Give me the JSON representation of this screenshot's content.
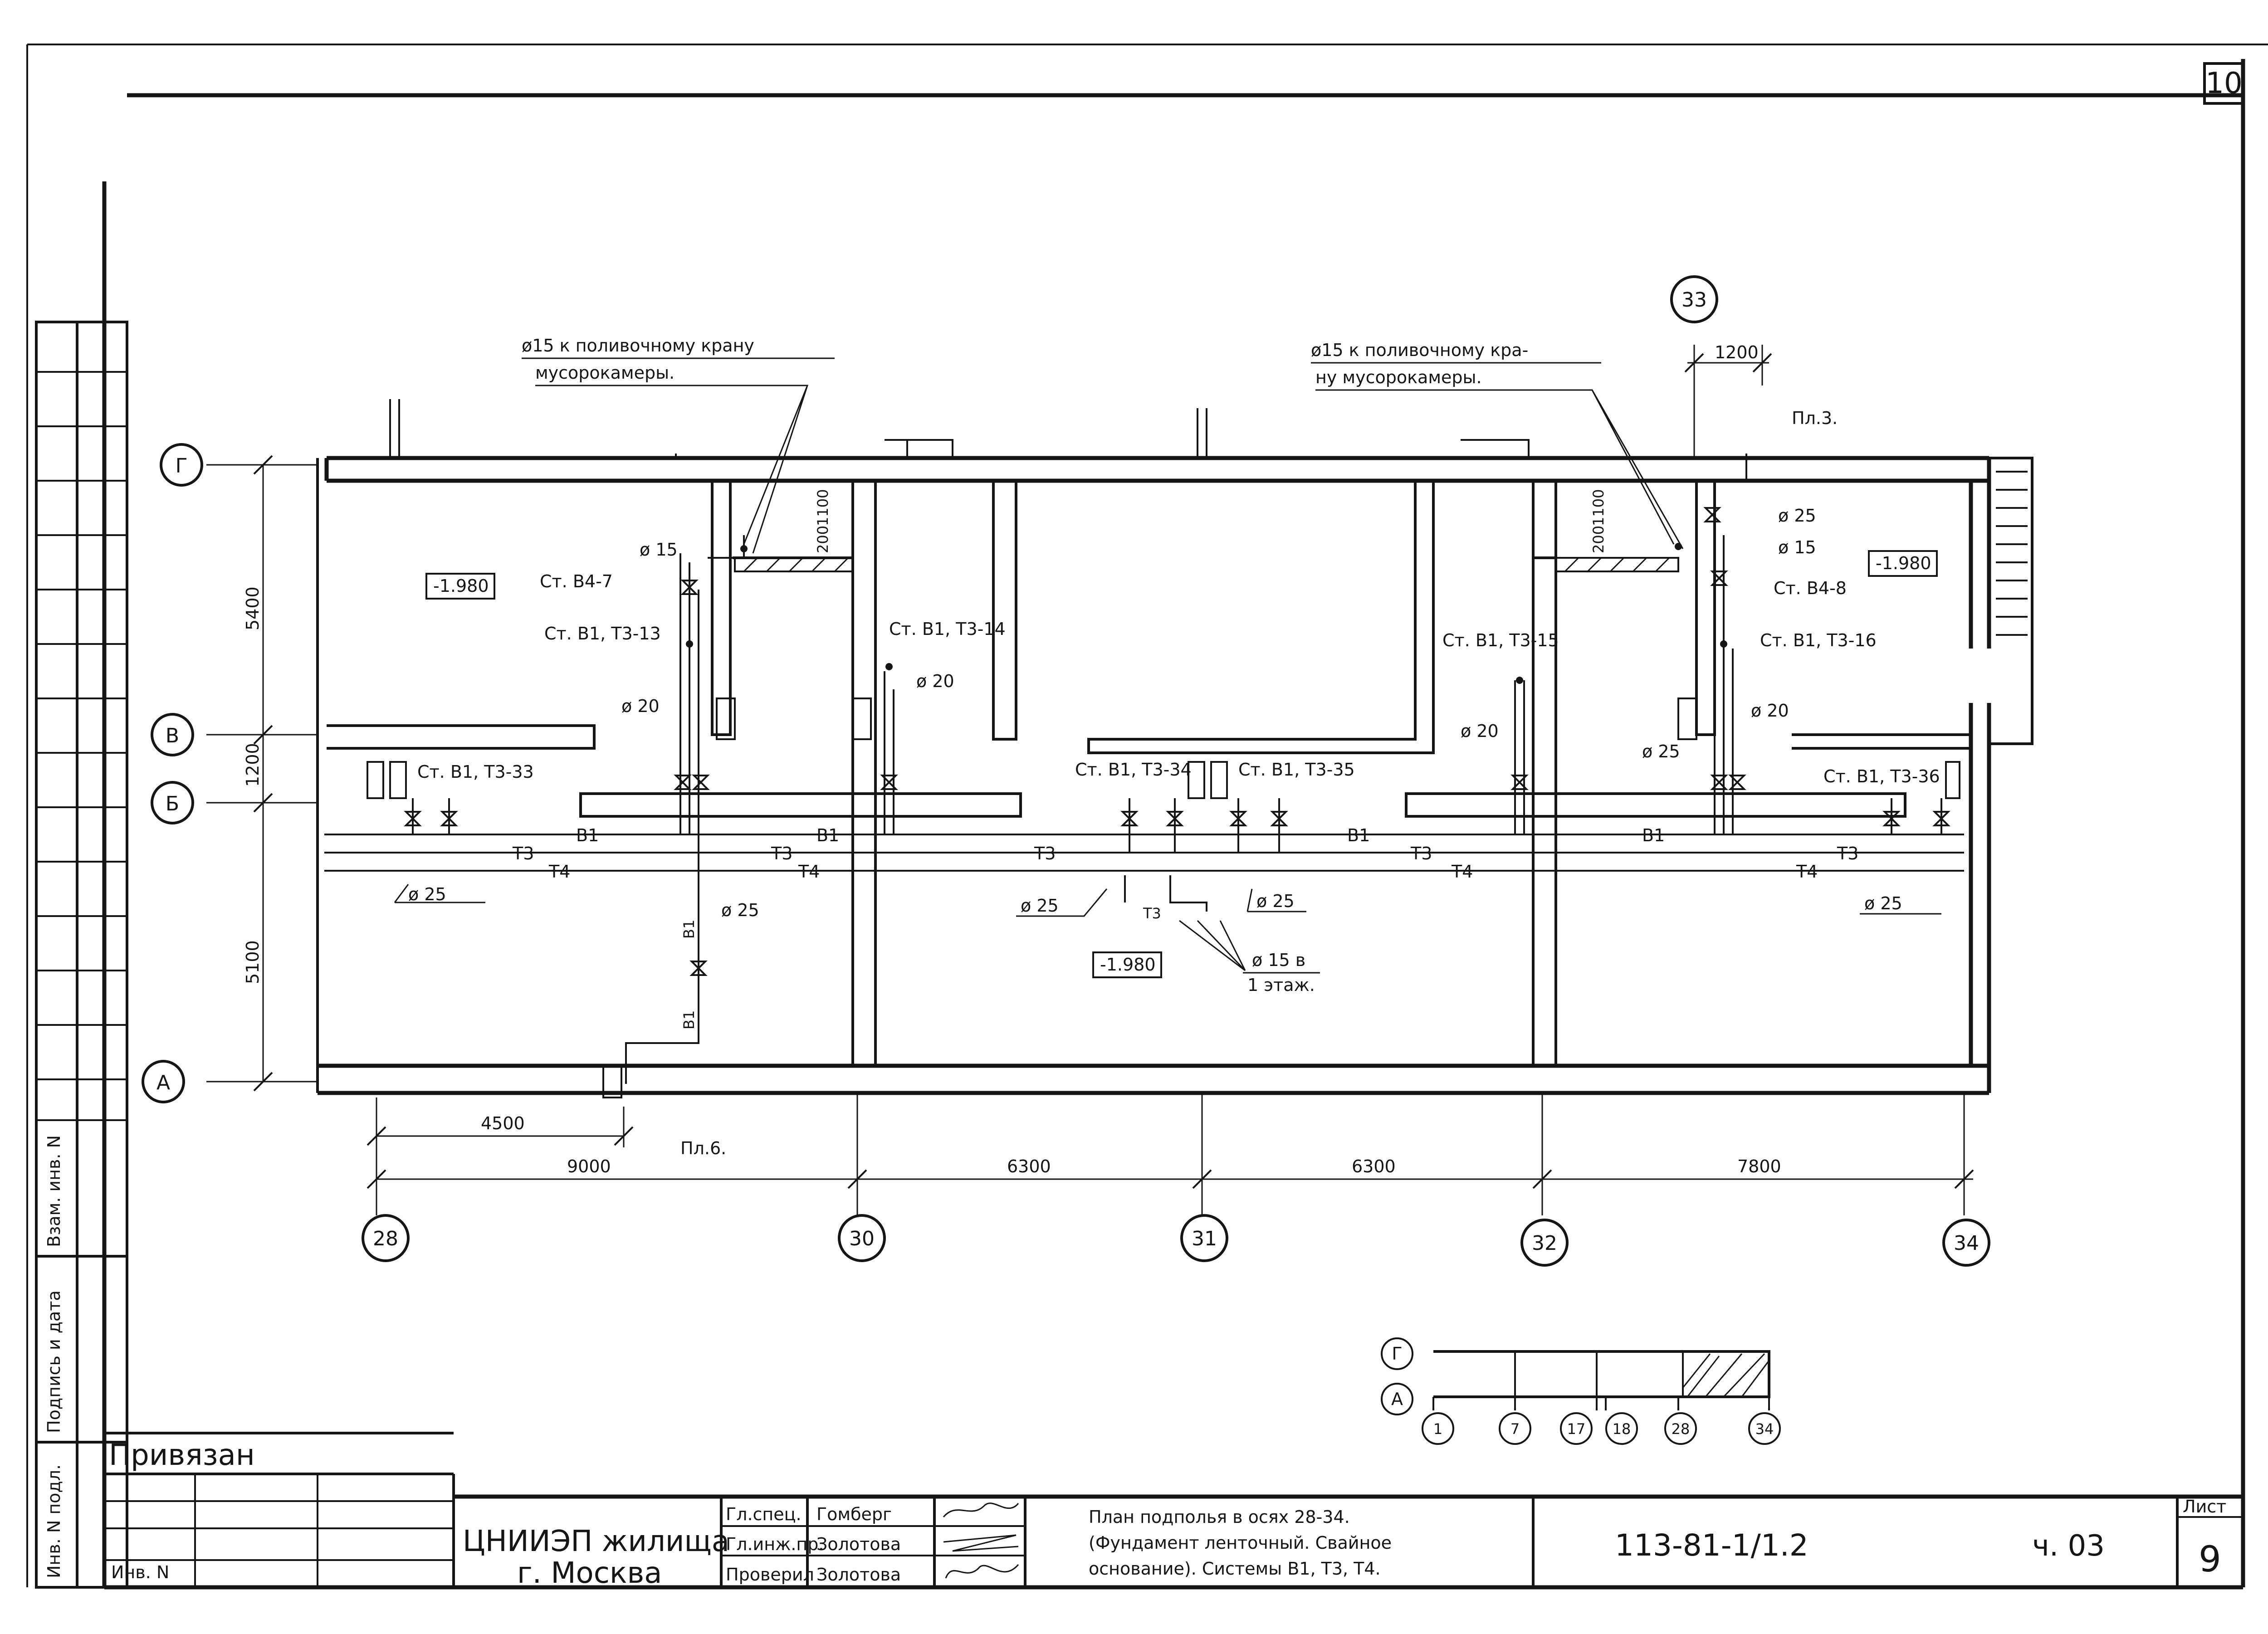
{
  "sheet": {
    "page_corner": "10",
    "sheet_label": "Лист",
    "sheet_number": "9",
    "doc_code": "113-81-1/1.2",
    "part": "ч. 03",
    "title_line1": "План подполья в осях 28-34.",
    "title_line2": "(Фундамент ленточный. Свайное",
    "title_line3": "основание). Системы В1, Т3, Т4.",
    "org_line1": "ЦНИИЭП жилища",
    "org_line2": "г. Москва"
  },
  "signatures": [
    {
      "role": "Гл.спец.",
      "name": "Гомберг"
    },
    {
      "role": "Гл.инж.пр.",
      "name": "Золотова"
    },
    {
      "role": "Проверил",
      "name": "Золотова"
    }
  ],
  "left_stamp": {
    "inv_podl": "Инв. N подл.",
    "podpis": "Подпись и дата",
    "vzam": "Взам. инв. N"
  },
  "bind_block": {
    "privyazan": "Привязан",
    "inv": "Инв. N"
  },
  "axes": {
    "vertical": [
      "28",
      "30",
      "31",
      "32",
      "34",
      "33"
    ],
    "horizontal": [
      "Г",
      "В",
      "Б",
      "А"
    ]
  },
  "dimensions": {
    "top_1200": "1200",
    "left": [
      "5400",
      "1200",
      "5100"
    ],
    "bottom_4500": "4500",
    "bottom": [
      "9000",
      "6300",
      "6300",
      "7800"
    ],
    "shaft": [
      "200",
      "1100"
    ]
  },
  "notes": {
    "left_note_1": "ø15 к поливочному крану",
    "left_note_2": "мусорокамеры.",
    "right_note_1": "ø15 к поливочному кра-",
    "right_note_2": "ну мусорокамеры.",
    "pl3": "Пл.3.",
    "pl6": "Пл.6.",
    "floor_note_1": "ø 15 в",
    "floor_note_2": "1 этаж."
  },
  "elevations": [
    "-1.980",
    "-1.980",
    "-1.980"
  ],
  "risers": [
    "Ст. В4-7",
    "Ст. В1, Т3-13",
    "Ст. В1, Т3-14",
    "Ст. В1, Т3-33",
    "Ст. В1, Т3-34",
    "Ст. В1, Т3-35",
    "Ст. В1, Т3-15",
    "Ст. В4-8",
    "Ст. В1, Т3-16",
    "Ст. В1, Т3-36"
  ],
  "pipes": [
    "В1",
    "Т3",
    "Т4"
  ],
  "diameters": {
    "d15": "ø 15",
    "d20": "ø 20",
    "d25": "ø 25"
  },
  "key_plan": {
    "rows": [
      "Г",
      "А"
    ],
    "cols": [
      "1",
      "7",
      "17",
      "18",
      "28",
      "34"
    ]
  }
}
